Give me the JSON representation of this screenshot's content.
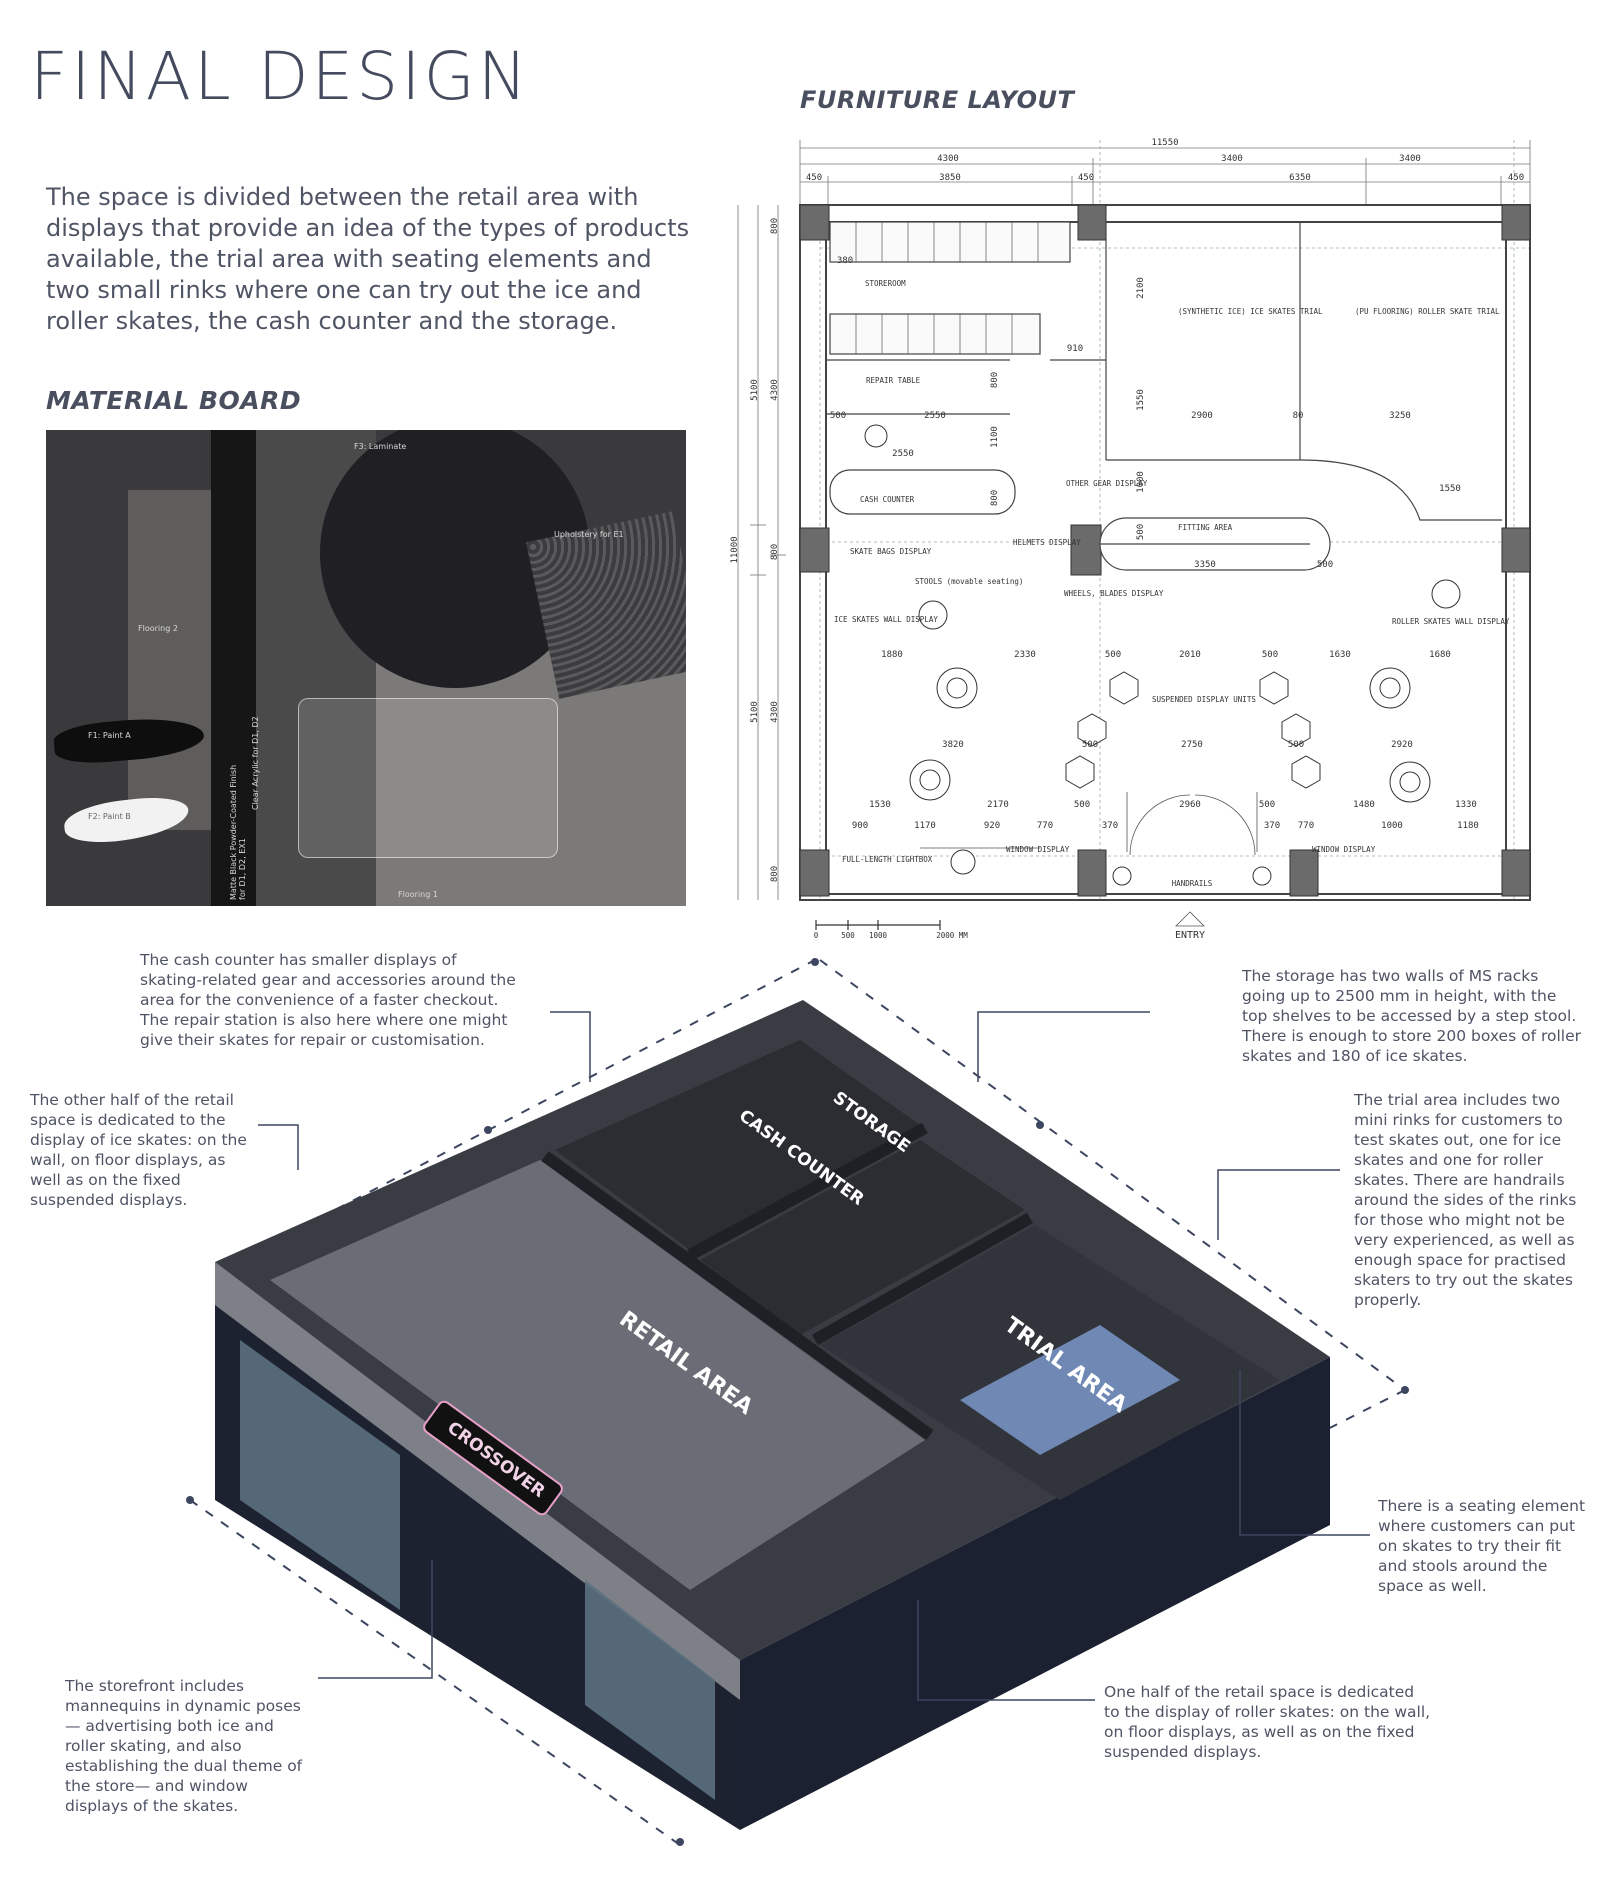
{
  "title": "FINAL DESIGN",
  "intro": "The space is divided between the retail area with displays that provide an idea of the types of products available, the trial area with seating elements and two small rinks where one can try out the ice and roller skates, the cash counter and the storage.",
  "headings": {
    "material_board": "MATERIAL BOARD",
    "furniture_layout": "FURNITURE LAYOUT"
  },
  "materials": {
    "f3": "F3: Laminate",
    "upholstery": "Upholstery for E1",
    "flooring2": "Flooring 2",
    "f1": "F1: Paint A",
    "f2": "F2: Paint B",
    "acrylic": "Clear Acrylic for D1, D2",
    "matte": "Matte Black Powder-Coated Finish for D1, D2, EX1",
    "flooring1": "Flooring 1"
  },
  "plan": {
    "dims": {
      "total": "11550",
      "d4300": "4300",
      "d3400a": "3400",
      "d3400b": "3400",
      "d450a": "450",
      "d3850": "3850",
      "d450b": "450",
      "d6350": "6350",
      "d450c": "450",
      "left11000": "11000",
      "left5100a": "5100",
      "left5100b": "5100",
      "left4300a": "4300",
      "left4300b": "4300",
      "left800a": "800",
      "left800b": "800",
      "left800c": "800",
      "row1": [
        "1880",
        "2330",
        "500",
        "2010",
        "500",
        "1630",
        "1680"
      ],
      "row2": [
        "3820",
        "500",
        "2750",
        "500",
        "2920"
      ],
      "row3": [
        "1530",
        "2170",
        "500",
        "2960",
        "500",
        "1480",
        "1330"
      ],
      "row4": [
        "900",
        "1170",
        "920",
        "770",
        "370",
        "370",
        "770",
        "1000",
        "1180"
      ],
      "shelf": "380",
      "r910": "910",
      "r2100": "2100",
      "r800a": "800",
      "r1100": "1100",
      "r800b": "800",
      "r1550": "1550",
      "r1000": "1000",
      "r500a": "500",
      "r2550a": "2550",
      "r2550b": "2550",
      "r2900": "2900",
      "r80": "80",
      "r3250": "3250",
      "r1550b": "1550",
      "r3350": "3350",
      "r500b": "500",
      "r500c": "500"
    },
    "labels": {
      "storeroom": "STOREROOM",
      "ice_trial": "(SYNTHETIC ICE)\nICE SKATES TRIAL",
      "roller_trial": "(PU FLOORING)\nROLLER SKATE TRIAL",
      "repair": "REPAIR TABLE",
      "cash": "CASH COUNTER",
      "other_gear": "OTHER GEAR DISPLAY",
      "fitting": "FITTING AREA",
      "helmets": "HELMETS DISPLAY",
      "skate_bags": "SKATE BAGS DISPLAY",
      "stools": "STOOLS (movable seating)",
      "wheels": "WHEELS, BLADES DISPLAY",
      "ice_wall": "ICE SKATES WALL DISPLAY",
      "roller_wall": "ROLLER SKATES WALL DISPLAY",
      "suspended": "SUSPENDED DISPLAY UNITS",
      "lightbox": "FULL-LENGTH LIGHTBOX",
      "window1": "WINDOW DISPLAY",
      "window2": "WINDOW DISPLAY",
      "handrails": "HANDRAILS",
      "entry": "ENTRY",
      "scale": [
        "0",
        "500",
        "1000",
        "2000 MM"
      ]
    }
  },
  "iso": {
    "storage": "STORAGE",
    "cash_counter": "CASH COUNTER",
    "retail": "RETAIL AREA",
    "trial": "TRIAL AREA",
    "sign": "CROSSOVER"
  },
  "notes": {
    "cash": "The cash counter has smaller displays of skating-related gear and accessories around the area for the convenience of a faster checkout. The repair station is also here where one might give their skates for repair or customisation.",
    "storage": "The storage has two walls of MS racks going up to 2500 mm in height, with the top shelves to be accessed by a step stool. There is enough to store 200 boxes of roller skates and 180 of ice skates.",
    "other_half": "The other half of the retail space is dedicated to the display of ice skates: on the wall, on floor displays, as well as on the fixed suspended displays.",
    "trial": "The trial area includes two mini rinks for customers to test skates out, one for ice skates and one for roller skates. There are handrails around the sides of the rinks for those who might not be very experienced, as well as enough space for practised skaters to try out the skates properly.",
    "seating": "There is a seating element where customers can put on skates to try their fit and stools around the space as well.",
    "storefront": "The storefront includes mannequins in dynamic poses— advertising both ice and roller skating, and also establishing the dual theme of the store— and window displays of the skates.",
    "one_half": "One half of the retail space is dedicated to the display of roller skates: on the wall, on floor displays, as well as on the fixed suspended displays."
  }
}
